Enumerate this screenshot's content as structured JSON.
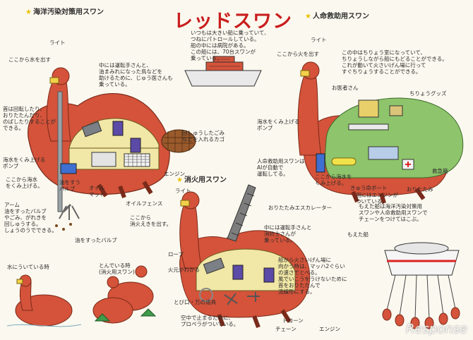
{
  "title": "レッドスワン",
  "sections": {
    "marine": "海洋汚染対策用スワン",
    "rescue": "人命救助用スワン",
    "fire": "消火用スワン"
  },
  "intro": "いつもは大きい船に乗っていて、\nつねにパトロールしている。\n船の中には病院がある。\nこの船には、70台スワンが\n乗っている。",
  "marine": {
    "light": "ライト",
    "water_out": "ここから水を出す",
    "workers": "中には運転手さんと、\n油まみれになった鳥などを\n助けるために、じゅう医さんも\n乗っている。",
    "neck": "首は回転したり、\nおりたたんだり、\nのばしたりすることが\nできる。",
    "pump": "海水をくみ上げる\nポンプ",
    "pump_desc": "ここから海水\nをくみ上げる。",
    "suck_valve": "油をすう\nバルブ",
    "oil_mat": "オイル\nマット",
    "arm": "アーム\n油をすったバルブ\nやごみ、がれきを\n回しゅうする。\nしょうのうでできる。",
    "valve_note": "油をすったバルブ",
    "basket": "回しゅうしたごみ\nなどを入れるカゴ",
    "engine": "エンジン",
    "oil_fence": "オイルフェンス"
  },
  "rescue": {
    "light": "ライト",
    "fire_out": "ここから火を出す",
    "hospital": "この中はちりょう室になっていて、\nちりょうしながら船にもどることができる。\nこれが動いて火さいげん場に行って\nすぐちりょうすることができる。",
    "doctor": "お医者さん",
    "kit": "ちりょうグッズ",
    "pump": "海水をくみ上げる\nポンプ",
    "ai": "人命救助用スワンは\nAIが自動で\n運転してる。",
    "pump_desc": "ここから海水を\nくみ上げる。",
    "float": "きゅう命ボート",
    "engine_wing": "羽にはエンジンが\nついている。",
    "folding": "おりたたみ",
    "first_aid": "救急箱"
  },
  "fire": {
    "light": "ライト",
    "water_out": "ここから\n消火えきを出す。",
    "escalator": "おりたたみエスカレーター",
    "crew": "中には運転手さんと\n消防士さんが\n乗っている。",
    "rope": "ロープ",
    "fire_source": "火元がわかる",
    "speed": "船から火さいげん場に\n向かう時は、マッハ2ぐらい\nの速さでとべる。\n風でいこうをうけないために\n首をおりたたんで\n流線形にする。",
    "tools": "とび口・万の道具",
    "propeller": "空中で止まるために、\nプロペラがついている。",
    "drone": "ドローン",
    "chain": "チェーン",
    "engine": "エンジン"
  },
  "ship": {
    "note": "もえた船は海洋汚染対策用\nスワンや人命救助用スワンで\nチェーンをつけてはこぶ。",
    "burned": "もえた船"
  },
  "bottom": {
    "floating": "水にういている時",
    "flying": "とんでいる時\n(消火用スワン)"
  },
  "watermark": "Response",
  "colors": {
    "swan_red": "#d4533a",
    "title_red": "#c91d1d",
    "shell_green": "#8ec46b",
    "basket_brown": "#9a5a2c"
  }
}
